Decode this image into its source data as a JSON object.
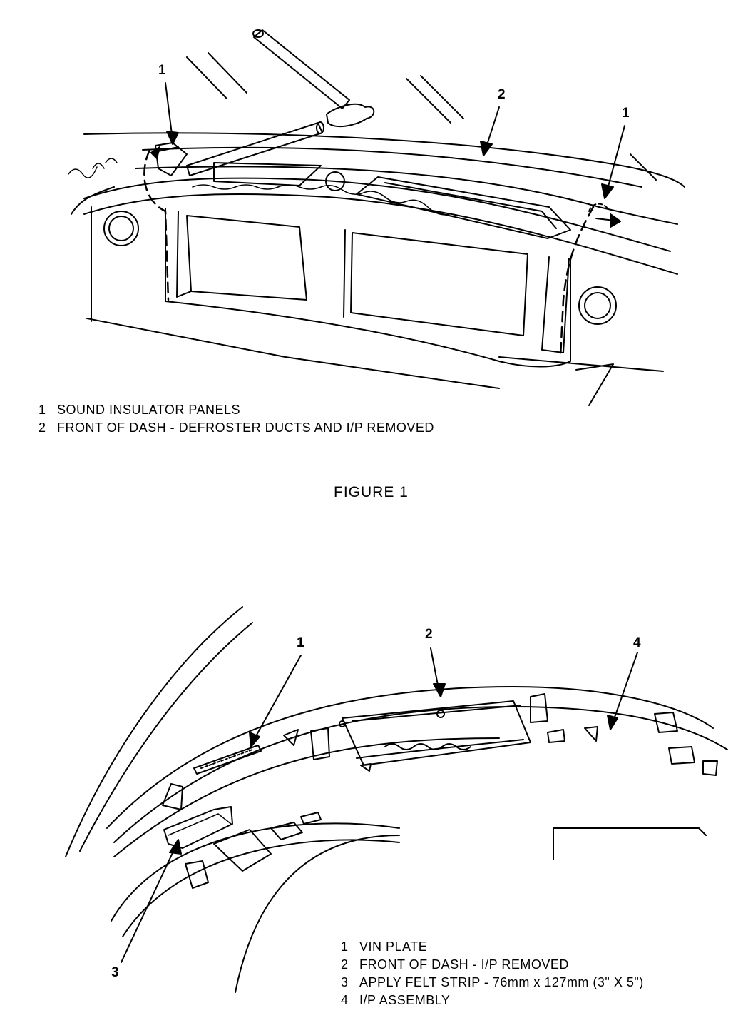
{
  "figure1": {
    "callouts": [
      "1",
      "2",
      "1"
    ],
    "legend": [
      {
        "num": "1",
        "text": "SOUND INSULATOR PANELS"
      },
      {
        "num": "2",
        "text": "FRONT OF DASH - DEFROSTER DUCTS AND I/P REMOVED"
      }
    ],
    "caption": "FIGURE 1"
  },
  "figure2": {
    "callouts": [
      "1",
      "2",
      "4",
      "3"
    ],
    "legend": [
      {
        "num": "1",
        "text": "VIN PLATE"
      },
      {
        "num": "2",
        "text": "FRONT OF DASH - I/P REMOVED"
      },
      {
        "num": "3",
        "text": "APPLY FELT STRIP - 76mm x 127mm (3\" X 5\")"
      },
      {
        "num": "4",
        "text": "I/P ASSEMBLY"
      }
    ]
  }
}
